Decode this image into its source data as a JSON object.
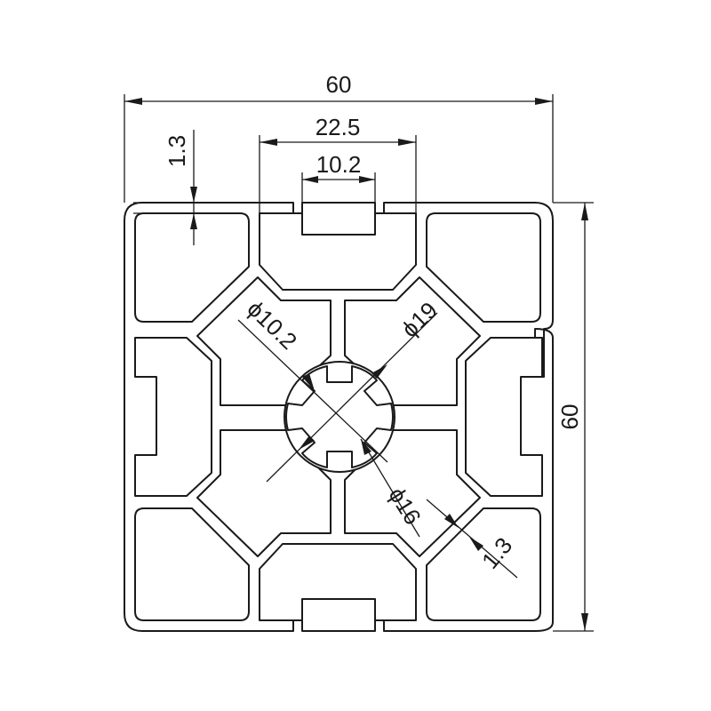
{
  "drawing": {
    "colors": {
      "line": "#1a1a1a",
      "background": "#ffffff"
    },
    "dimensions": {
      "overall_width": "60",
      "overall_height": "60",
      "slot_width": "22.5",
      "slot_opening": "10.2",
      "wall_thickness_top": "1.3",
      "wall_thickness_diag": "1.3",
      "bore_diameter": "ϕ10.2",
      "outer_core_diameter": "ϕ19",
      "inner_core_diameter": "ϕ16"
    }
  }
}
